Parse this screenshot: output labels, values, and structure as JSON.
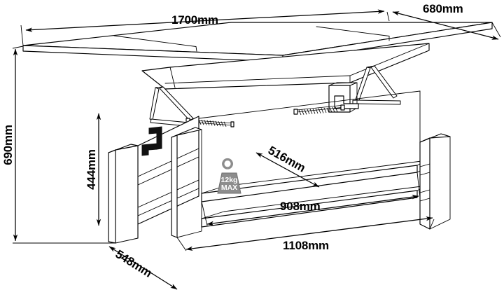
{
  "drawing": {
    "title": "Lift-top coffee table dimension drawing",
    "units": "mm",
    "view": "isometric",
    "line_color": "#000000",
    "background_color": "#ffffff"
  },
  "dimensions": {
    "top_width": "1700mm",
    "top_depth": "680mm",
    "total_height": "690mm",
    "cabinet_height": "444mm",
    "cabinet_depth": "548mm",
    "shelf_depth": "516mm",
    "shelf_width": "908mm",
    "base_width": "1108mm"
  },
  "labels": [
    {
      "id": "top-width",
      "text": "1700mm"
    },
    {
      "id": "top-depth",
      "text": "680mm"
    },
    {
      "id": "total-height",
      "text": "690mm"
    },
    {
      "id": "cabinet-height",
      "text": "444mm"
    },
    {
      "id": "cabinet-depth",
      "text": "548mm"
    },
    {
      "id": "shelf-depth",
      "text": "516mm"
    },
    {
      "id": "shelf-width",
      "text": "908mm"
    },
    {
      "id": "base-width",
      "text": "1108mm"
    }
  ],
  "weight_limit": {
    "value": "12kg",
    "qualifier": "MAX",
    "icon": "weight-icon",
    "fill_color": "#8d8d8d",
    "text_color": "#ffffff"
  },
  "parts": {
    "tabletop": "tabletop-panel",
    "tabletop_seam_count": 2,
    "lift_mechanism": "scissor-lift-mechanism",
    "gas_spring": "gas-spring",
    "handle_bracket": "z-handle-bracket",
    "shelf": "lower-shelf",
    "side_panel_left": "left-side-panel",
    "side_panel_right": "right-side-panel"
  }
}
